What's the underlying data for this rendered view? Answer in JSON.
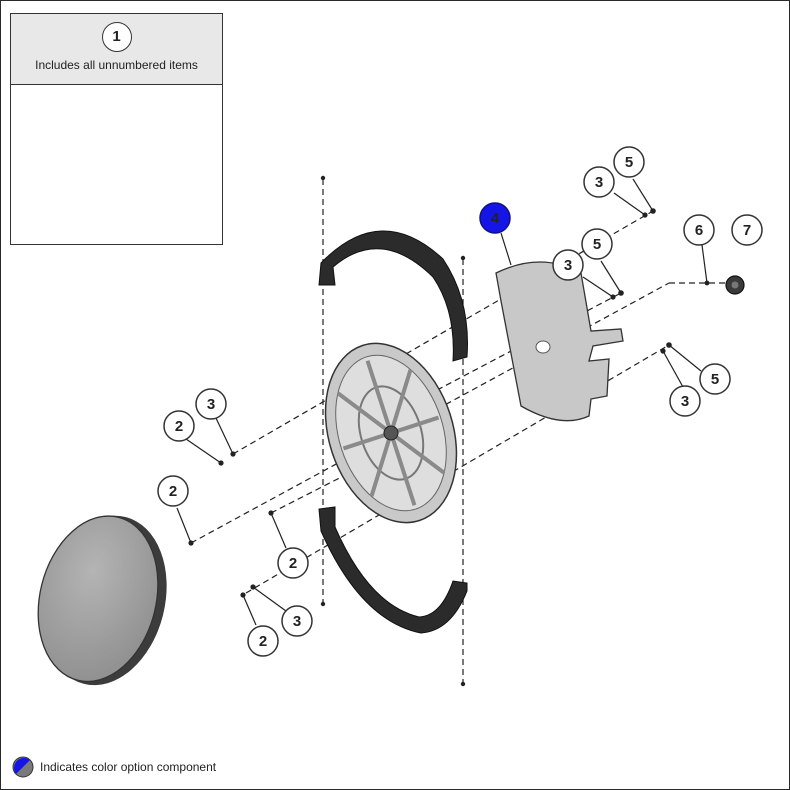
{
  "kit": {
    "number": "1",
    "note": "Includes all unnumbered items"
  },
  "callouts": [
    {
      "id": "c2a",
      "label": "2",
      "color_option": false
    },
    {
      "id": "c3a",
      "label": "3",
      "color_option": false
    },
    {
      "id": "c2b",
      "label": "2",
      "color_option": false
    },
    {
      "id": "c2c",
      "label": "2",
      "color_option": false
    },
    {
      "id": "c2d",
      "label": "2",
      "color_option": false
    },
    {
      "id": "c3b",
      "label": "3",
      "color_option": false
    },
    {
      "id": "c3c",
      "label": "3",
      "color_option": false
    },
    {
      "id": "c5a",
      "label": "5",
      "color_option": false
    },
    {
      "id": "c3d",
      "label": "3",
      "color_option": false
    },
    {
      "id": "c5b",
      "label": "5",
      "color_option": false
    },
    {
      "id": "c4",
      "label": "4",
      "color_option": true
    },
    {
      "id": "c6",
      "label": "6",
      "color_option": false
    },
    {
      "id": "c7",
      "label": "7",
      "color_option": false
    },
    {
      "id": "c5c",
      "label": "5",
      "color_option": false
    },
    {
      "id": "c3e",
      "label": "3",
      "color_option": false
    }
  ],
  "legend": {
    "label": "Indicates color option component"
  },
  "colors": {
    "color_option": "#1515e6",
    "line": "#222222",
    "part_fill": "#a9a9a9",
    "seal": "#2b2b2b",
    "kit_header": "#e8e8e8"
  }
}
